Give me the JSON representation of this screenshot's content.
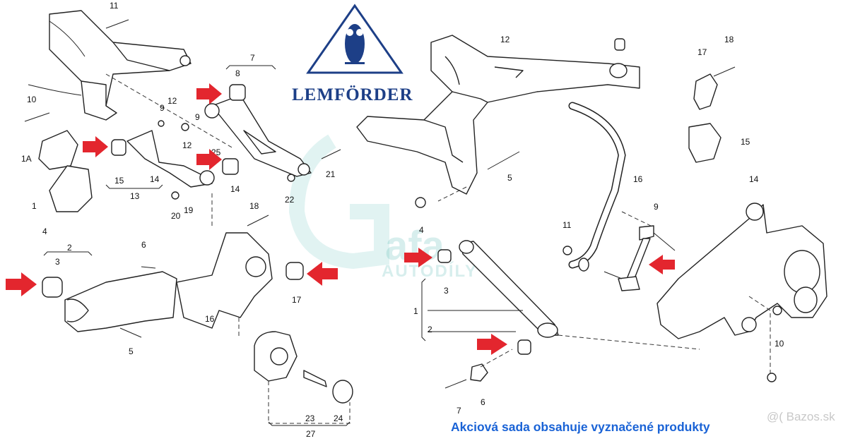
{
  "brand": {
    "name": "LEMFÖRDER",
    "color": "#1d3f87"
  },
  "caption": {
    "text": "Akciová sada obsahuje vyznačené produkty",
    "color": "#1a63d6"
  },
  "watermark": {
    "logo_text": "G",
    "name": "afa",
    "subtitle": "AUTODÍLY",
    "site": "@( Bazos.sk"
  },
  "highlight_color": "#e3262e",
  "left_diagram": {
    "callouts": [
      "11",
      "10",
      "1A",
      "1",
      "4",
      "9",
      "12",
      "12",
      "9",
      "25",
      "8",
      "7",
      "15",
      "14",
      "13",
      "20",
      "19",
      "14",
      "22",
      "21",
      "18",
      "2",
      "3",
      "6",
      "5",
      "16",
      "17",
      "23",
      "24",
      "27"
    ]
  },
  "right_diagram": {
    "callouts": [
      "12",
      "17",
      "18",
      "15",
      "5",
      "16",
      "14",
      "4",
      "11",
      "9",
      "3",
      "1",
      "2",
      "10",
      "7",
      "6"
    ]
  }
}
